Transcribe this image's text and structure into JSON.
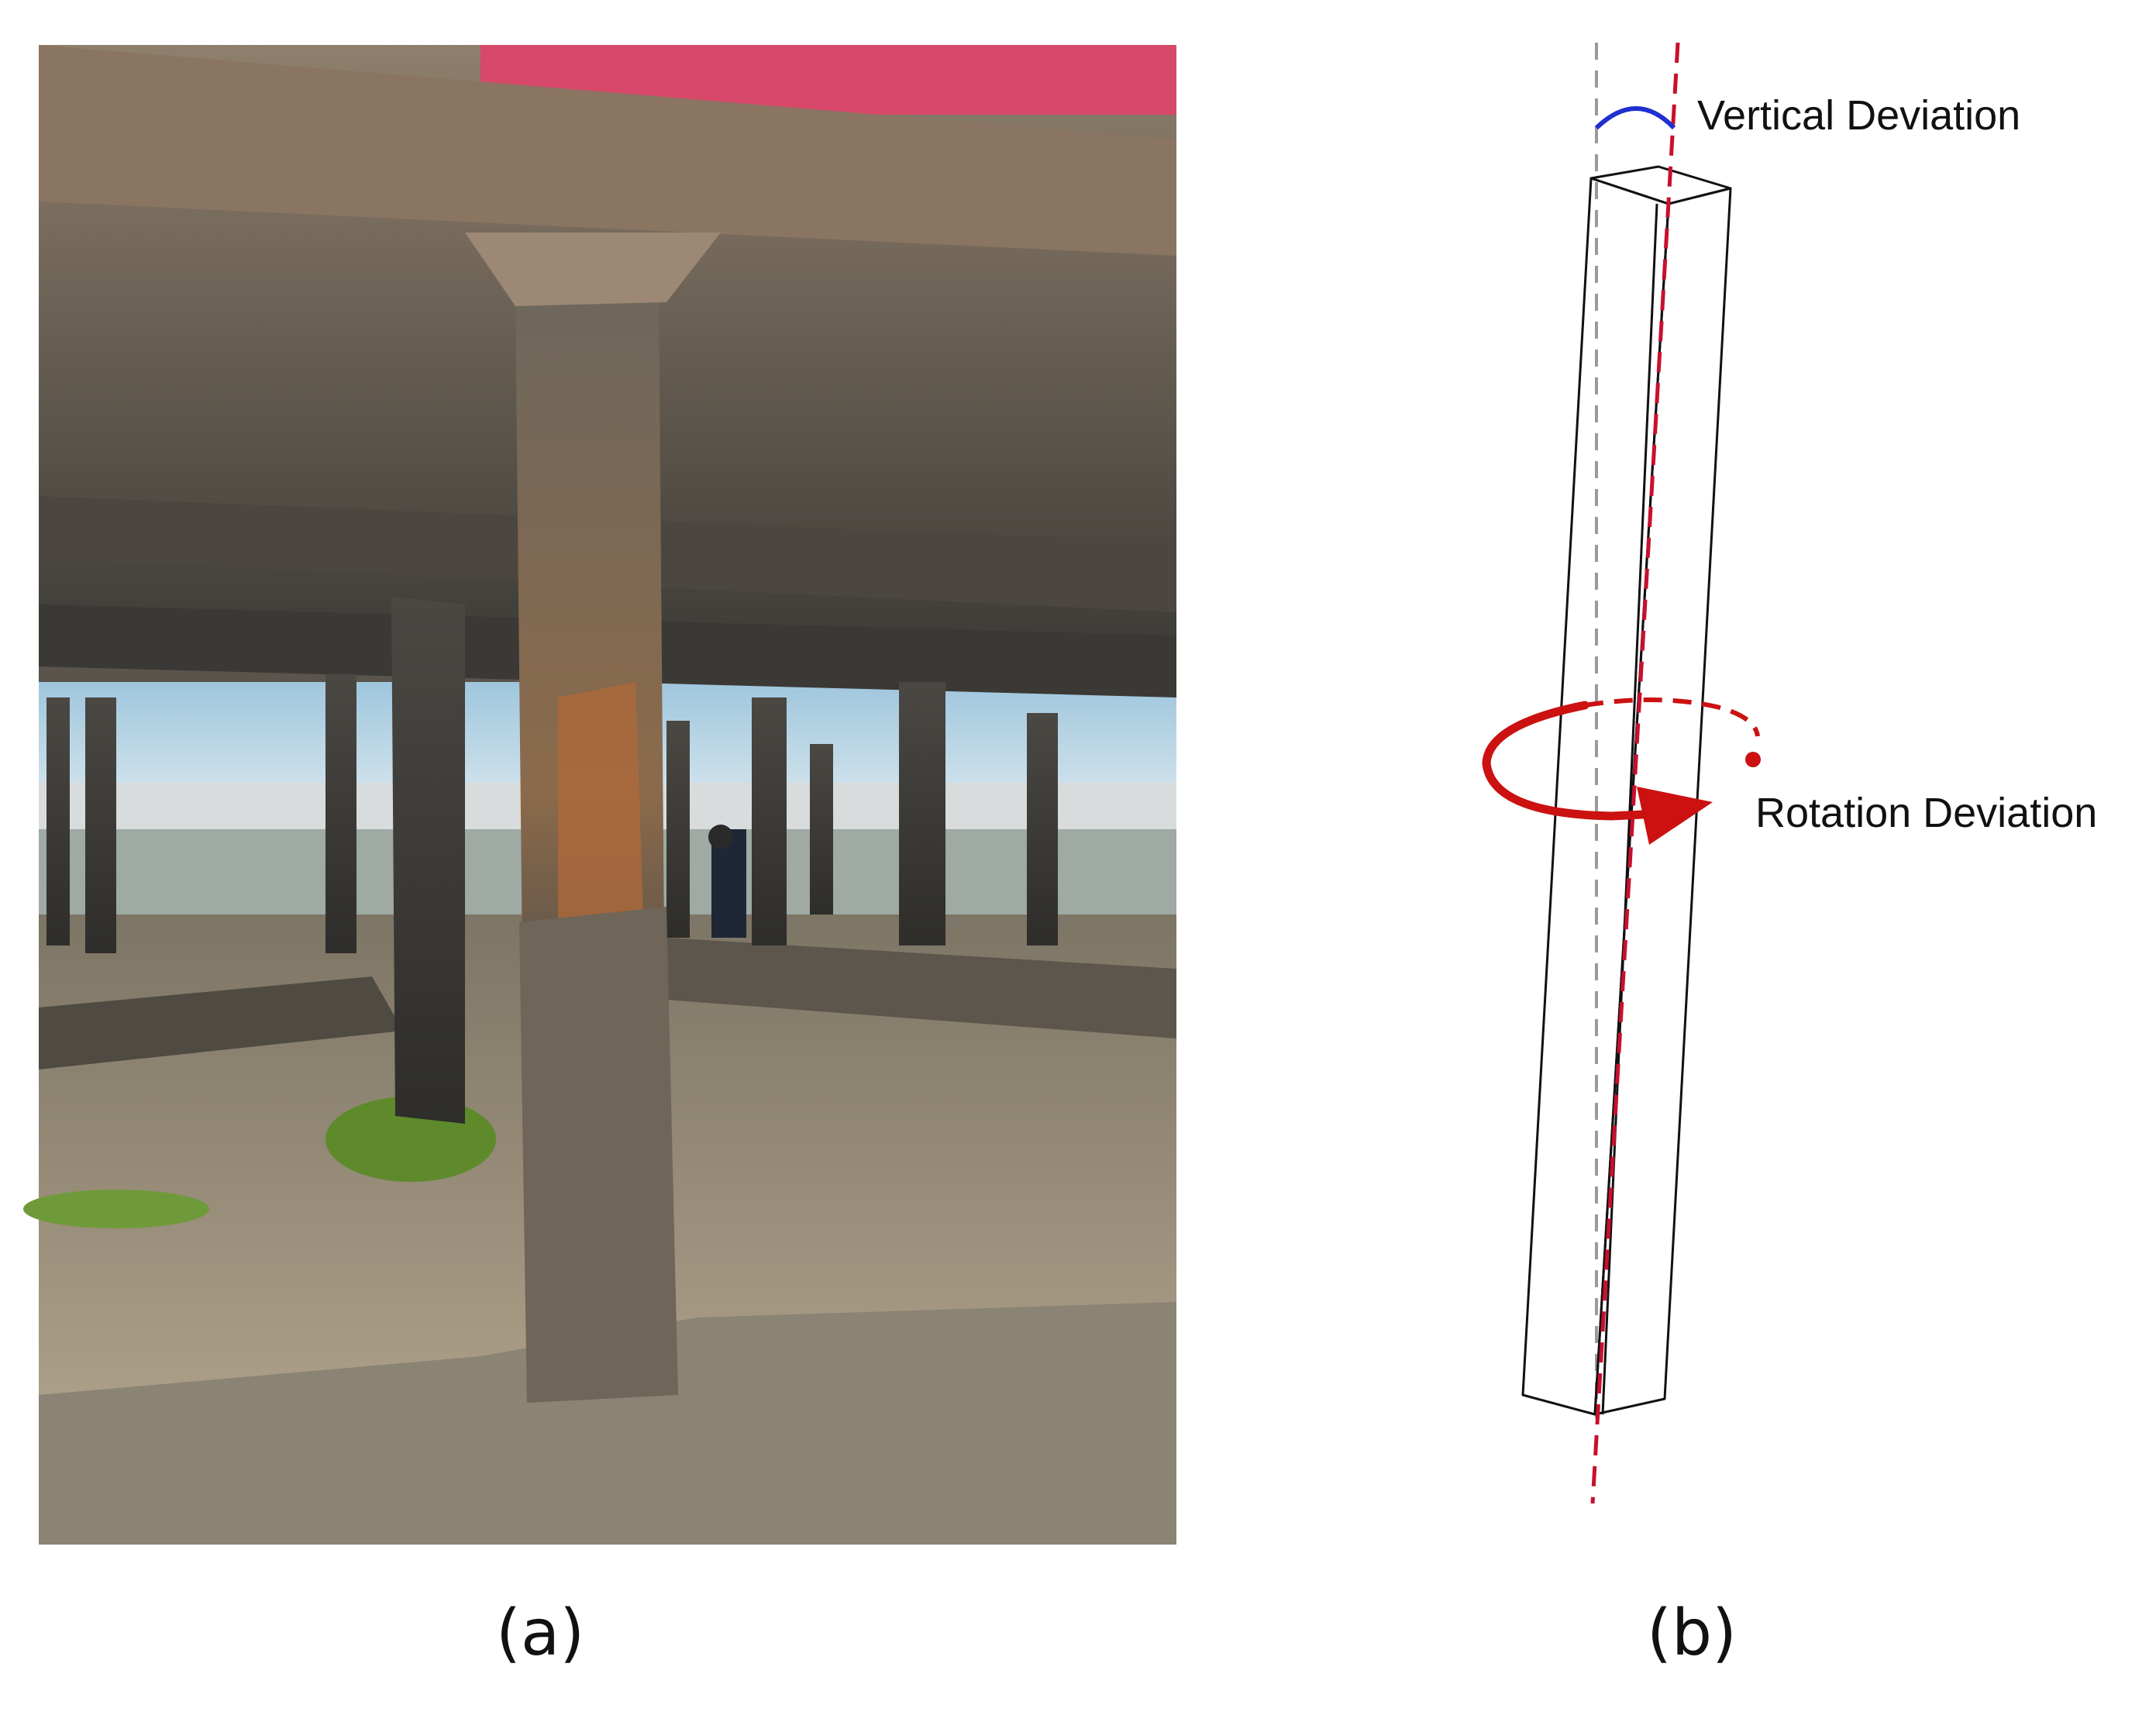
{
  "panel_a": {
    "label": "(a)"
  },
  "panel_b": {
    "label": "(b)",
    "annotations": {
      "vertical_deviation": "Vertical Deviation",
      "rotation_deviation": "Rotation Deviation"
    }
  },
  "colors": {
    "pillar_outline": "#111111",
    "vertical_reference": "#9a9a9a",
    "deviated_axis": "#c8102e",
    "vertical_angle_arc": "#1f2fd0",
    "rotation_arrow": "#cc1111"
  }
}
